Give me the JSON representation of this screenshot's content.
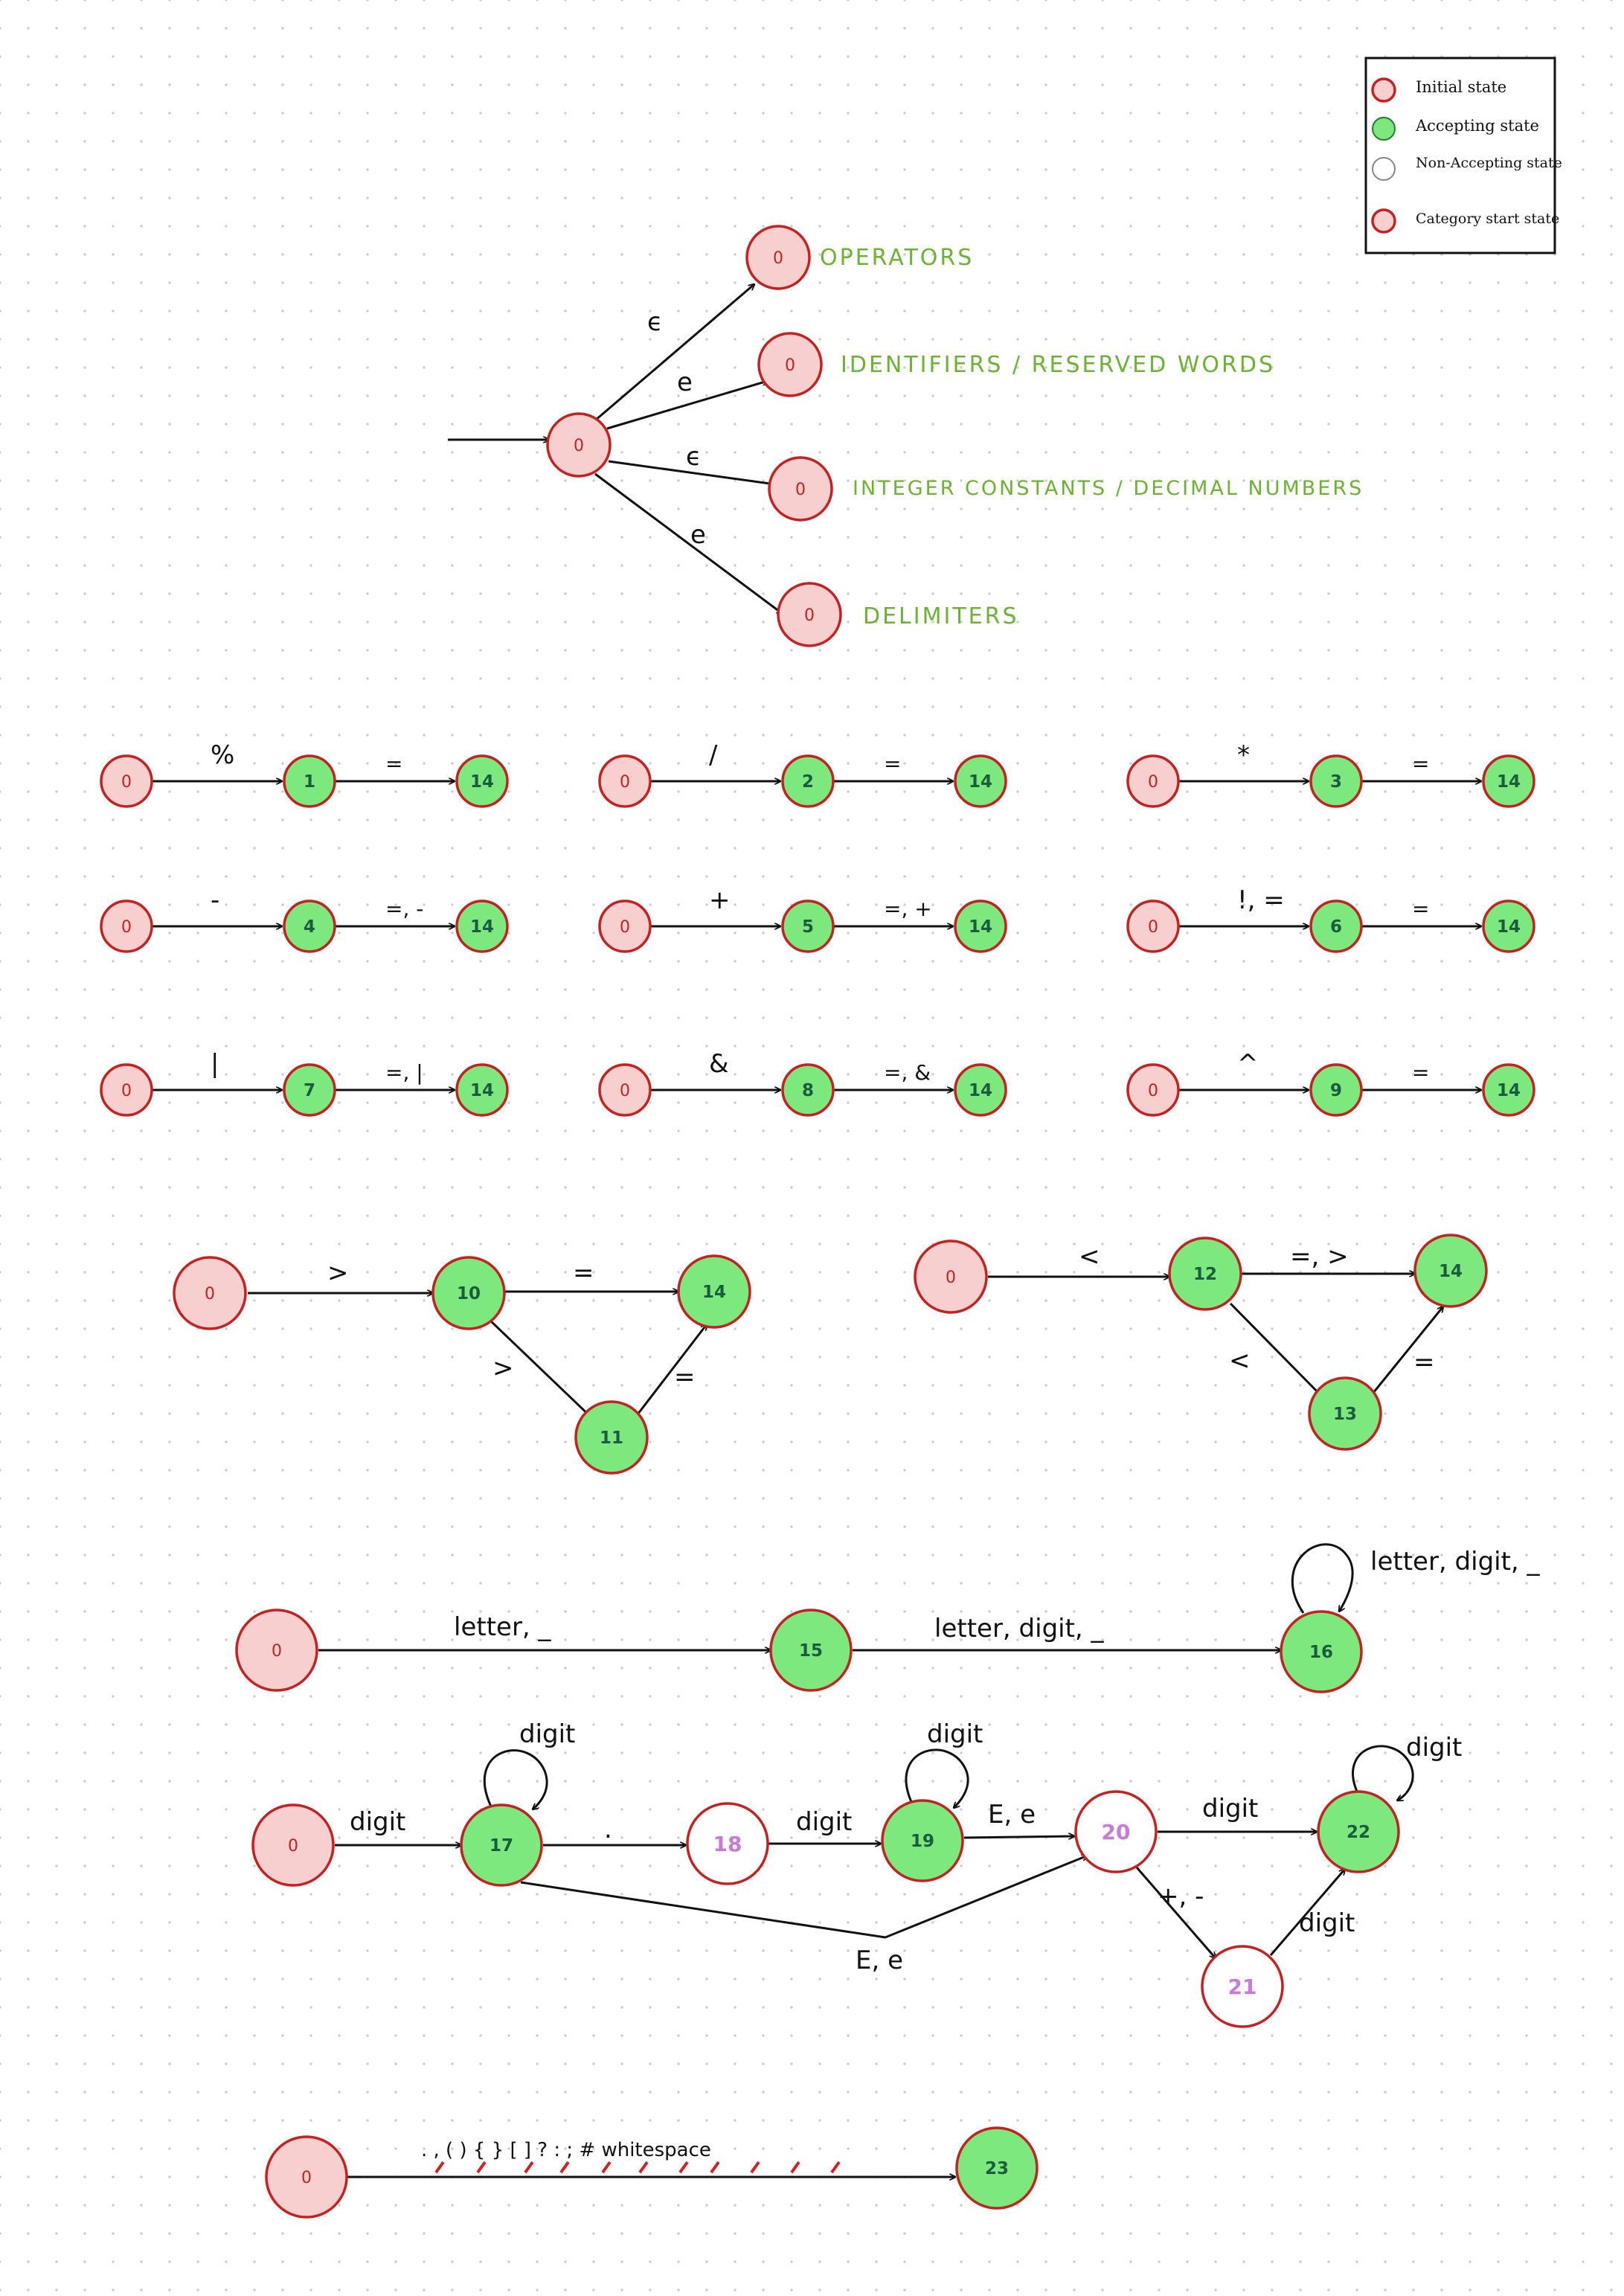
{
  "legend": {
    "items": [
      {
        "label": "Initial state",
        "kind": "init"
      },
      {
        "label": "Accepting state",
        "kind": "acc"
      },
      {
        "label": "Non-Accepting state",
        "kind": "non"
      },
      {
        "label": "Category start state",
        "kind": "init"
      }
    ]
  },
  "categories": [
    {
      "label": "OPERATORS",
      "edge": "ϵ"
    },
    {
      "label": "IDENTIFIERS / RESERVED WORDS",
      "edge": "e"
    },
    {
      "label": "INTEGER CONSTANTS / DECIMAL NUMBERS",
      "edge": "ϵ"
    },
    {
      "label": "DELIMITERS",
      "edge": "e"
    }
  ],
  "root_state": "0",
  "operator_chains": [
    {
      "s0": "0",
      "a": "%",
      "s1": "1",
      "b": "=",
      "s2": "14"
    },
    {
      "s0": "0",
      "a": "/",
      "s1": "2",
      "b": "=",
      "s2": "14"
    },
    {
      "s0": "0",
      "a": "*",
      "s1": "3",
      "b": "=",
      "s2": "14"
    },
    {
      "s0": "0",
      "a": "-",
      "s1": "4",
      "b": "=, -",
      "s2": "14"
    },
    {
      "s0": "0",
      "a": "+",
      "s1": "5",
      "b": "=, +",
      "s2": "14"
    },
    {
      "s0": "0",
      "a": "!, =",
      "s1": "6",
      "b": "=",
      "s2": "14"
    },
    {
      "s0": "0",
      "a": "|",
      "s1": "7",
      "b": "=, |",
      "s2": "14"
    },
    {
      "s0": "0",
      "a": "&",
      "s1": "8",
      "b": "=, &",
      "s2": "14"
    },
    {
      "s0": "0",
      "a": "^",
      "s1": "9",
      "b": "=",
      "s2": "14"
    }
  ],
  "greater": {
    "s0": "0",
    "a": ">",
    "s1": "10",
    "b": "=",
    "s2": "14",
    "c": ">",
    "s3": "11",
    "d": "="
  },
  "less": {
    "s0": "0",
    "a": "<",
    "s1": "12",
    "b": "=, >",
    "s2": "14",
    "c": "<",
    "s3": "13",
    "d": "="
  },
  "identifier": {
    "s0": "0",
    "a": "letter, _",
    "s1": "15",
    "b": "letter, digit, _",
    "s2": "16",
    "loop": "letter, digit, _"
  },
  "number": {
    "s0": "0",
    "to17": "digit",
    "s17": "17",
    "loop17": "digit",
    "dot": ".",
    "s18": "18",
    "to19": "digit",
    "s19": "19",
    "loop19": "digit",
    "to20": "E, e",
    "s20": "20",
    "skip": "E, e",
    "to22": "digit",
    "s22": "22",
    "loop22": "digit",
    "sign": "+, -",
    "s21": "21",
    "from21": "digit"
  },
  "delimiters": {
    "s0": "0",
    "label": ". , ( ) { } [ ] ? : ; # whitespace",
    "s1": "23"
  }
}
